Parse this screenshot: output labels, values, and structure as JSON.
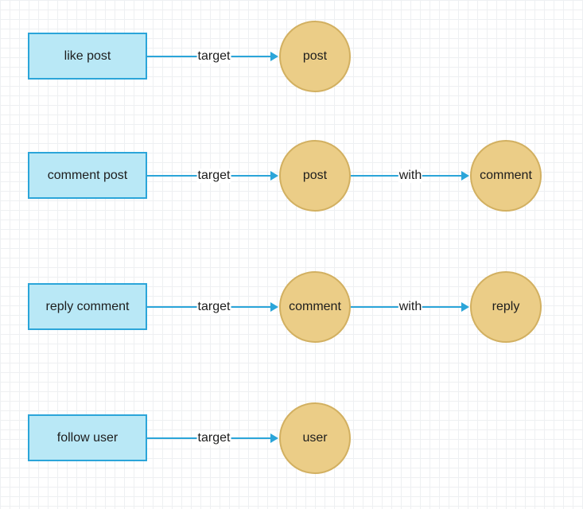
{
  "diagram": {
    "rows": [
      {
        "action": "like post",
        "edges": [
          {
            "label": "target",
            "node": "post"
          }
        ]
      },
      {
        "action": "comment post",
        "edges": [
          {
            "label": "target",
            "node": "post"
          },
          {
            "label": "with",
            "node": "comment"
          }
        ]
      },
      {
        "action": "reply comment",
        "edges": [
          {
            "label": "target",
            "node": "comment"
          },
          {
            "label": "with",
            "node": "reply"
          }
        ]
      },
      {
        "action": "follow user",
        "edges": [
          {
            "label": "target",
            "node": "user"
          }
        ]
      }
    ]
  },
  "colors": {
    "action_fill": "#b9e8f6",
    "action_border": "#2ba5d9",
    "node_fill": "#ebcd87",
    "node_border": "#d2b061",
    "edge": "#2ba5d9"
  }
}
